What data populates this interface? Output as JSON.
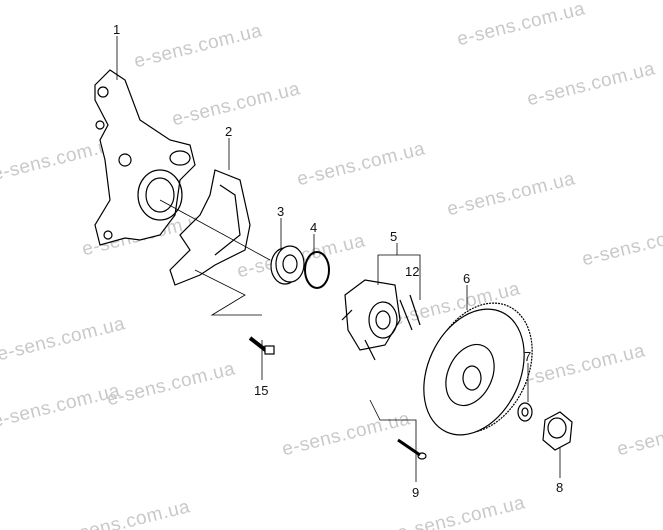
{
  "watermark": "e-sens.com.ua",
  "callouts": {
    "c1": "1",
    "c2": "2",
    "c3": "3",
    "c4": "4",
    "c5": "5",
    "c12": "12",
    "c6": "6",
    "c7": "7",
    "c8": "8",
    "c9": "9",
    "c15": "15"
  }
}
